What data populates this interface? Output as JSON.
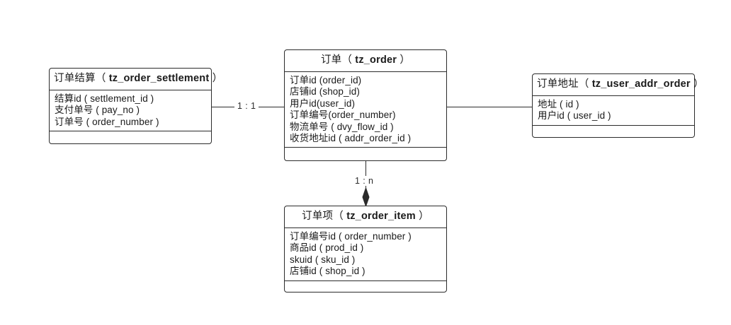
{
  "diagram": {
    "kind": "er-diagram",
    "background_color": "#ffffff",
    "line_color": "#2b2b2b",
    "text_color": "#1a1a1a"
  },
  "entities": [
    {
      "id": "tz_order_settlement",
      "title_cn": "订单结算",
      "title_table": "tz_order_settlement",
      "title_full": "订单结算（ tz_order_settlement ）",
      "fields": [
        "结算id ( settlement_id )",
        "支付单号 ( pay_no )",
        "订单号 ( order_number )"
      ]
    },
    {
      "id": "tz_order",
      "title_cn": "订单",
      "title_table": "tz_order",
      "title_full": "订单（ tz_order ）",
      "fields": [
        "订单id (order_id)",
        "店铺id (shop_id)",
        "用户id(user_id)",
        "订单编号(order_number)",
        "物流单号 ( dvy_flow_id )",
        "收货地址id ( addr_order_id )"
      ]
    },
    {
      "id": "tz_user_addr_order",
      "title_cn": "订单地址",
      "title_table": "tz_user_addr_order",
      "title_full": "订单地址（ tz_user_addr_order ）",
      "fields": [
        "地址 ( id )",
        "用户id ( user_id )"
      ]
    },
    {
      "id": "tz_order_item",
      "title_cn": "订单项",
      "title_table": "tz_order_item",
      "title_full": "订单项（ tz_order_item ）",
      "fields": [
        "订单编号id ( order_number )",
        "商品id ( prod_id )",
        "skuid ( sku_id )",
        "店铺id ( shop_id )"
      ]
    }
  ],
  "relationships": [
    {
      "id": "settlement-order",
      "from": "tz_order_settlement",
      "to": "tz_order",
      "label": "1 : 1",
      "marker": "none"
    },
    {
      "id": "order-address",
      "from": "tz_order",
      "to": "tz_user_addr_order",
      "label": "",
      "marker": "none"
    },
    {
      "id": "order-orderitem",
      "from": "tz_order",
      "to": "tz_order_item",
      "label": "1 : n",
      "marker": "filled-diamond-arrow"
    }
  ]
}
